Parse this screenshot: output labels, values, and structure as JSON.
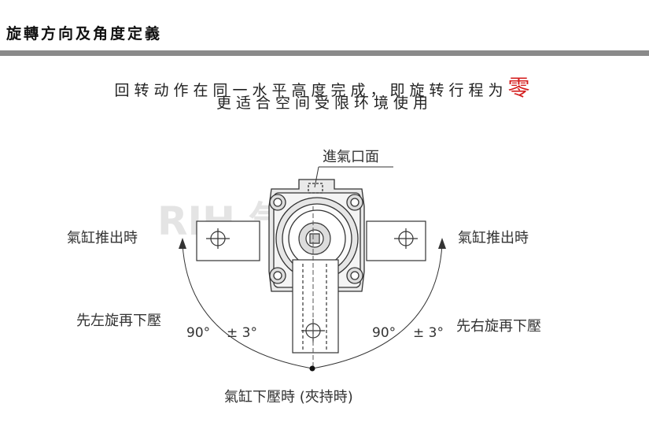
{
  "header": {
    "title": "旋轉方向及角度定義"
  },
  "description": {
    "line1": "回转动作在同一水平高度完成，即旋转行程为",
    "line1_highlight": "零",
    "line2": "更适合空间受限环境使用"
  },
  "diagram": {
    "inlet_face_label": "進氣口面",
    "cylinder_extend_left": "氣缸推出時",
    "cylinder_extend_right": "氣缸推出時",
    "left_rotation_label": "先左旋再下壓",
    "right_rotation_label": "先右旋再下壓",
    "left_angle": "90°",
    "left_tolerance": "± 3°",
    "right_angle": "90°",
    "right_tolerance": "± 3°",
    "clamp_label": "氣缸下壓時 (夾持時)",
    "watermark": "RIH    气动"
  },
  "colors": {
    "accent": "#d41f1f",
    "bar": "#8a8a8a"
  }
}
